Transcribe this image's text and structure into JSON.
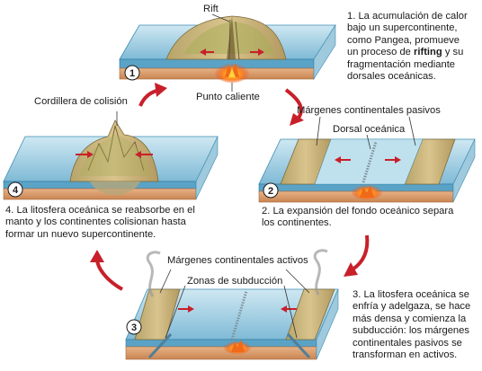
{
  "labels": {
    "rift": "Rift",
    "hotspot": "Punto caliente",
    "collision_range": "Cordillera de colisión",
    "passive_margins": "Márgenes continentales pasivos",
    "ocean_ridge": "Dorsal oceánica",
    "active_margins": "Márgenes continentales activos",
    "subduction_zones": "Zonas de subducción"
  },
  "stage_numbers": [
    "1",
    "2",
    "3",
    "4"
  ],
  "captions": {
    "step1": {
      "lines": [
        "1. La acumulación de calor",
        "bajo un supercontinente,",
        "como Pangea, promueve",
        "un proceso de "
      ],
      "bold": "rifting",
      "after_bold": " y su",
      "rest": [
        "fragmentación mediante",
        "dorsales oceánicas."
      ]
    },
    "step2": [
      "2. La expansión del fondo oceánico separa",
      "los continentes."
    ],
    "step3": [
      "3. La litosfera oceánica se",
      "enfría y adelgaza, se hace",
      "más densa y comienza la",
      "subducción: los márgenes",
      "continentales pasivos se",
      "transforman en activos."
    ],
    "step4": [
      "4. La litosfera oceánica se reabsorbe en el",
      "manto y los continentes colisionan hasta",
      "formar un nuevo supercontinente."
    ]
  },
  "colors": {
    "ocean": "#8fc6dd",
    "ocean_edge": "#3d8db2",
    "mantle": "#d89a6a",
    "mantle_edge": "#a86a3c",
    "continent": "#c9b078",
    "continent_top": "#9aa450",
    "arrow_red": "#c8202a",
    "hotspot": "#f06a1a"
  }
}
